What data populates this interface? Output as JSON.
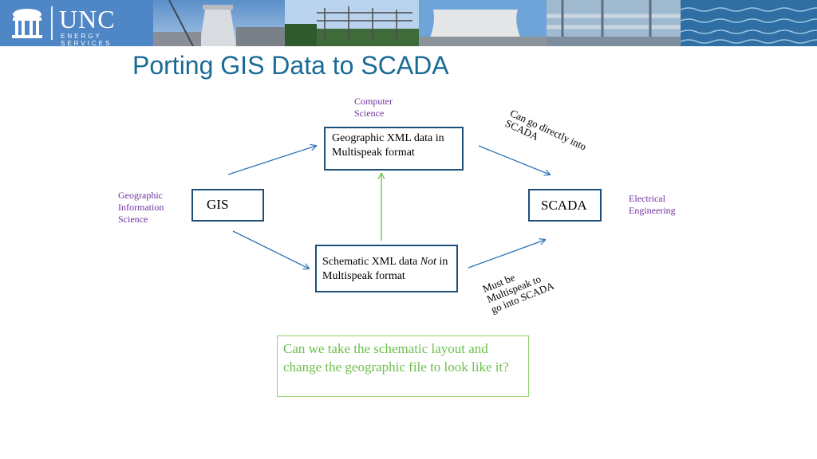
{
  "header": {
    "logo_text": "UNC",
    "logo_subtext": "ENERGY SERVICES"
  },
  "title": "Porting GIS Data to SCADA",
  "nodes": {
    "gis": "GIS",
    "scada": "SCADA",
    "geo_xml": "Geographic XML data in Multispeak format",
    "schematic_xml_pre": "Schematic  XML data ",
    "schematic_xml_em": "Not",
    "schematic_xml_post": " in Multispeak format"
  },
  "labels": {
    "computer_science": "Computer Science",
    "gis_science": "Geographic Information Science",
    "electrical_engineering": "Electrical Engineering",
    "direct": "Can go directly into SCADA",
    "must_be": "Must be Multispeak to go into SCADA"
  },
  "question": "Can we take the schematic layout and change the geographic file to look like it?",
  "colors": {
    "box_border": "#1f4e79",
    "arrow": "#2e75b6",
    "green": "#6cbf4a",
    "purple": "#7030a0",
    "title": "#1a6a96"
  }
}
